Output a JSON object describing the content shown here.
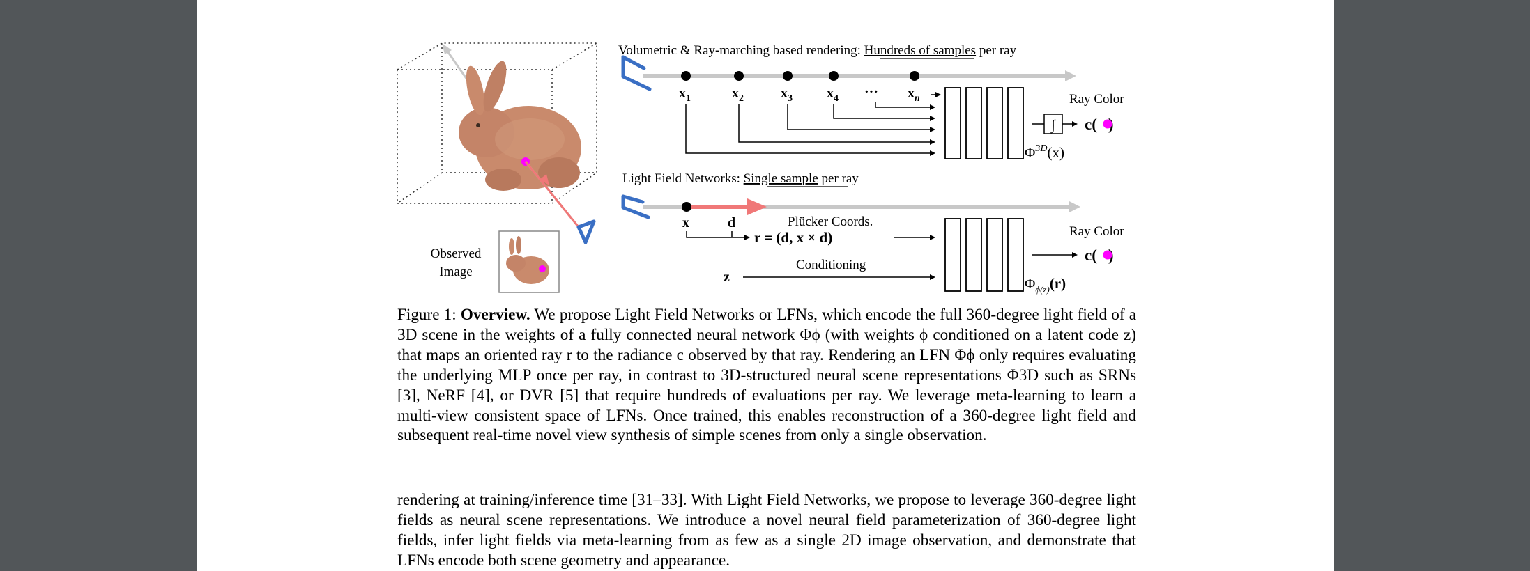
{
  "figure": {
    "volumetric_title_prefix": "Volumetric & Ray-marching based rendering: ",
    "volumetric_title_underlined": "Hundreds of samples",
    "volumetric_title_suffix": " per ray",
    "sample_labels": [
      "x",
      "x",
      "x",
      "x",
      "···",
      "x"
    ],
    "sample_subscripts": [
      "1",
      "2",
      "3",
      "4",
      "",
      "n"
    ],
    "ray_color_label_top": "Ray Color",
    "integral_symbol": "∫",
    "color_output_top": "c(",
    "color_output_close": ")",
    "phi3d_label": "Φ",
    "phi3d_sup": "3D",
    "phi3d_arg": "(x)",
    "lfn_title_prefix": "Light Field Networks: ",
    "lfn_title_underlined": "Single sample",
    "lfn_title_suffix": " per ray",
    "lfn_x": "x",
    "lfn_d": "d",
    "plucker_label": "Plücker Coords.",
    "plucker_formula": "r = (d, x × d)",
    "conditioning_label": "Conditioning",
    "z_label": "z",
    "ray_color_label_bottom": "Ray Color",
    "color_output_bottom": "c(",
    "phi_lfn_label": "Φ",
    "phi_lfn_sub": "ϕ(z)",
    "phi_lfn_arg": "(r)",
    "observed_image_line1": "Observed",
    "observed_image_line2": "Image",
    "colors": {
      "ray_gray": "#c8c8c8",
      "camera_blue": "#3a6fc4",
      "highlight_magenta": "#ff00ff",
      "lfn_ray_red": "#f07878",
      "bunny": "#c98a6c"
    }
  },
  "caption": {
    "label": "Figure 1: ",
    "bold": "Overview.",
    "text": " We propose Light Field Networks or LFNs, which encode the full 360-degree light field of a 3D scene in the weights of a fully connected neural network Φϕ (with weights ϕ conditioned on a latent code z) that maps an oriented ray r to the radiance c observed by that ray. Rendering an LFN Φϕ only requires evaluating the underlying MLP once per ray, in contrast to 3D-structured neural scene representations Φ3D such as SRNs [3], NeRF [4], or DVR [5] that require hundreds of evaluations per ray. We leverage meta-learning to learn a multi-view consistent space of LFNs. Once trained, this enables reconstruction of a 360-degree light field and subsequent real-time novel view synthesis of simple scenes from only a single observation."
  },
  "body": {
    "paragraph": "rendering at training/inference time [31–33]. With Light Field Networks, we propose to leverage 360-degree light fields as neural scene representations. We introduce a novel neural field parameterization of 360-degree light fields, infer light fields via meta-learning from as few as a single 2D image observation, and demonstrate that LFNs encode both scene geometry and appearance."
  }
}
